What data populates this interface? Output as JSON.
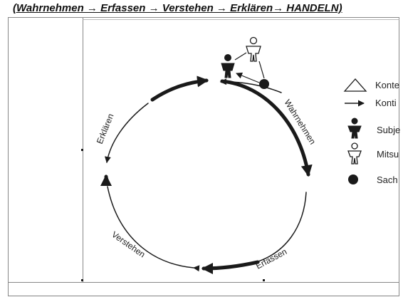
{
  "header": {
    "title": "(Wahrnehmen → Erfassen → Verstehen → Erklären→ HANDELN)"
  },
  "cycle": {
    "wahrnehmen": "Wahrnehmen",
    "erfassen": "Erfassen",
    "verstehen": "Verstehen",
    "erklaeren": "Erklären"
  },
  "legend": {
    "items": [
      {
        "icon": "triangle-outline-icon",
        "label": "Konte"
      },
      {
        "icon": "arrow-right-icon",
        "label": "Konti"
      },
      {
        "icon": "person-filled-icon",
        "label": "Subje"
      },
      {
        "icon": "person-outline-icon",
        "label": "Mitsu"
      },
      {
        "icon": "dot-filled-icon",
        "label": "Sach"
      }
    ]
  },
  "colors": {
    "ink": "#1a1a1a",
    "frame": "#888888"
  }
}
